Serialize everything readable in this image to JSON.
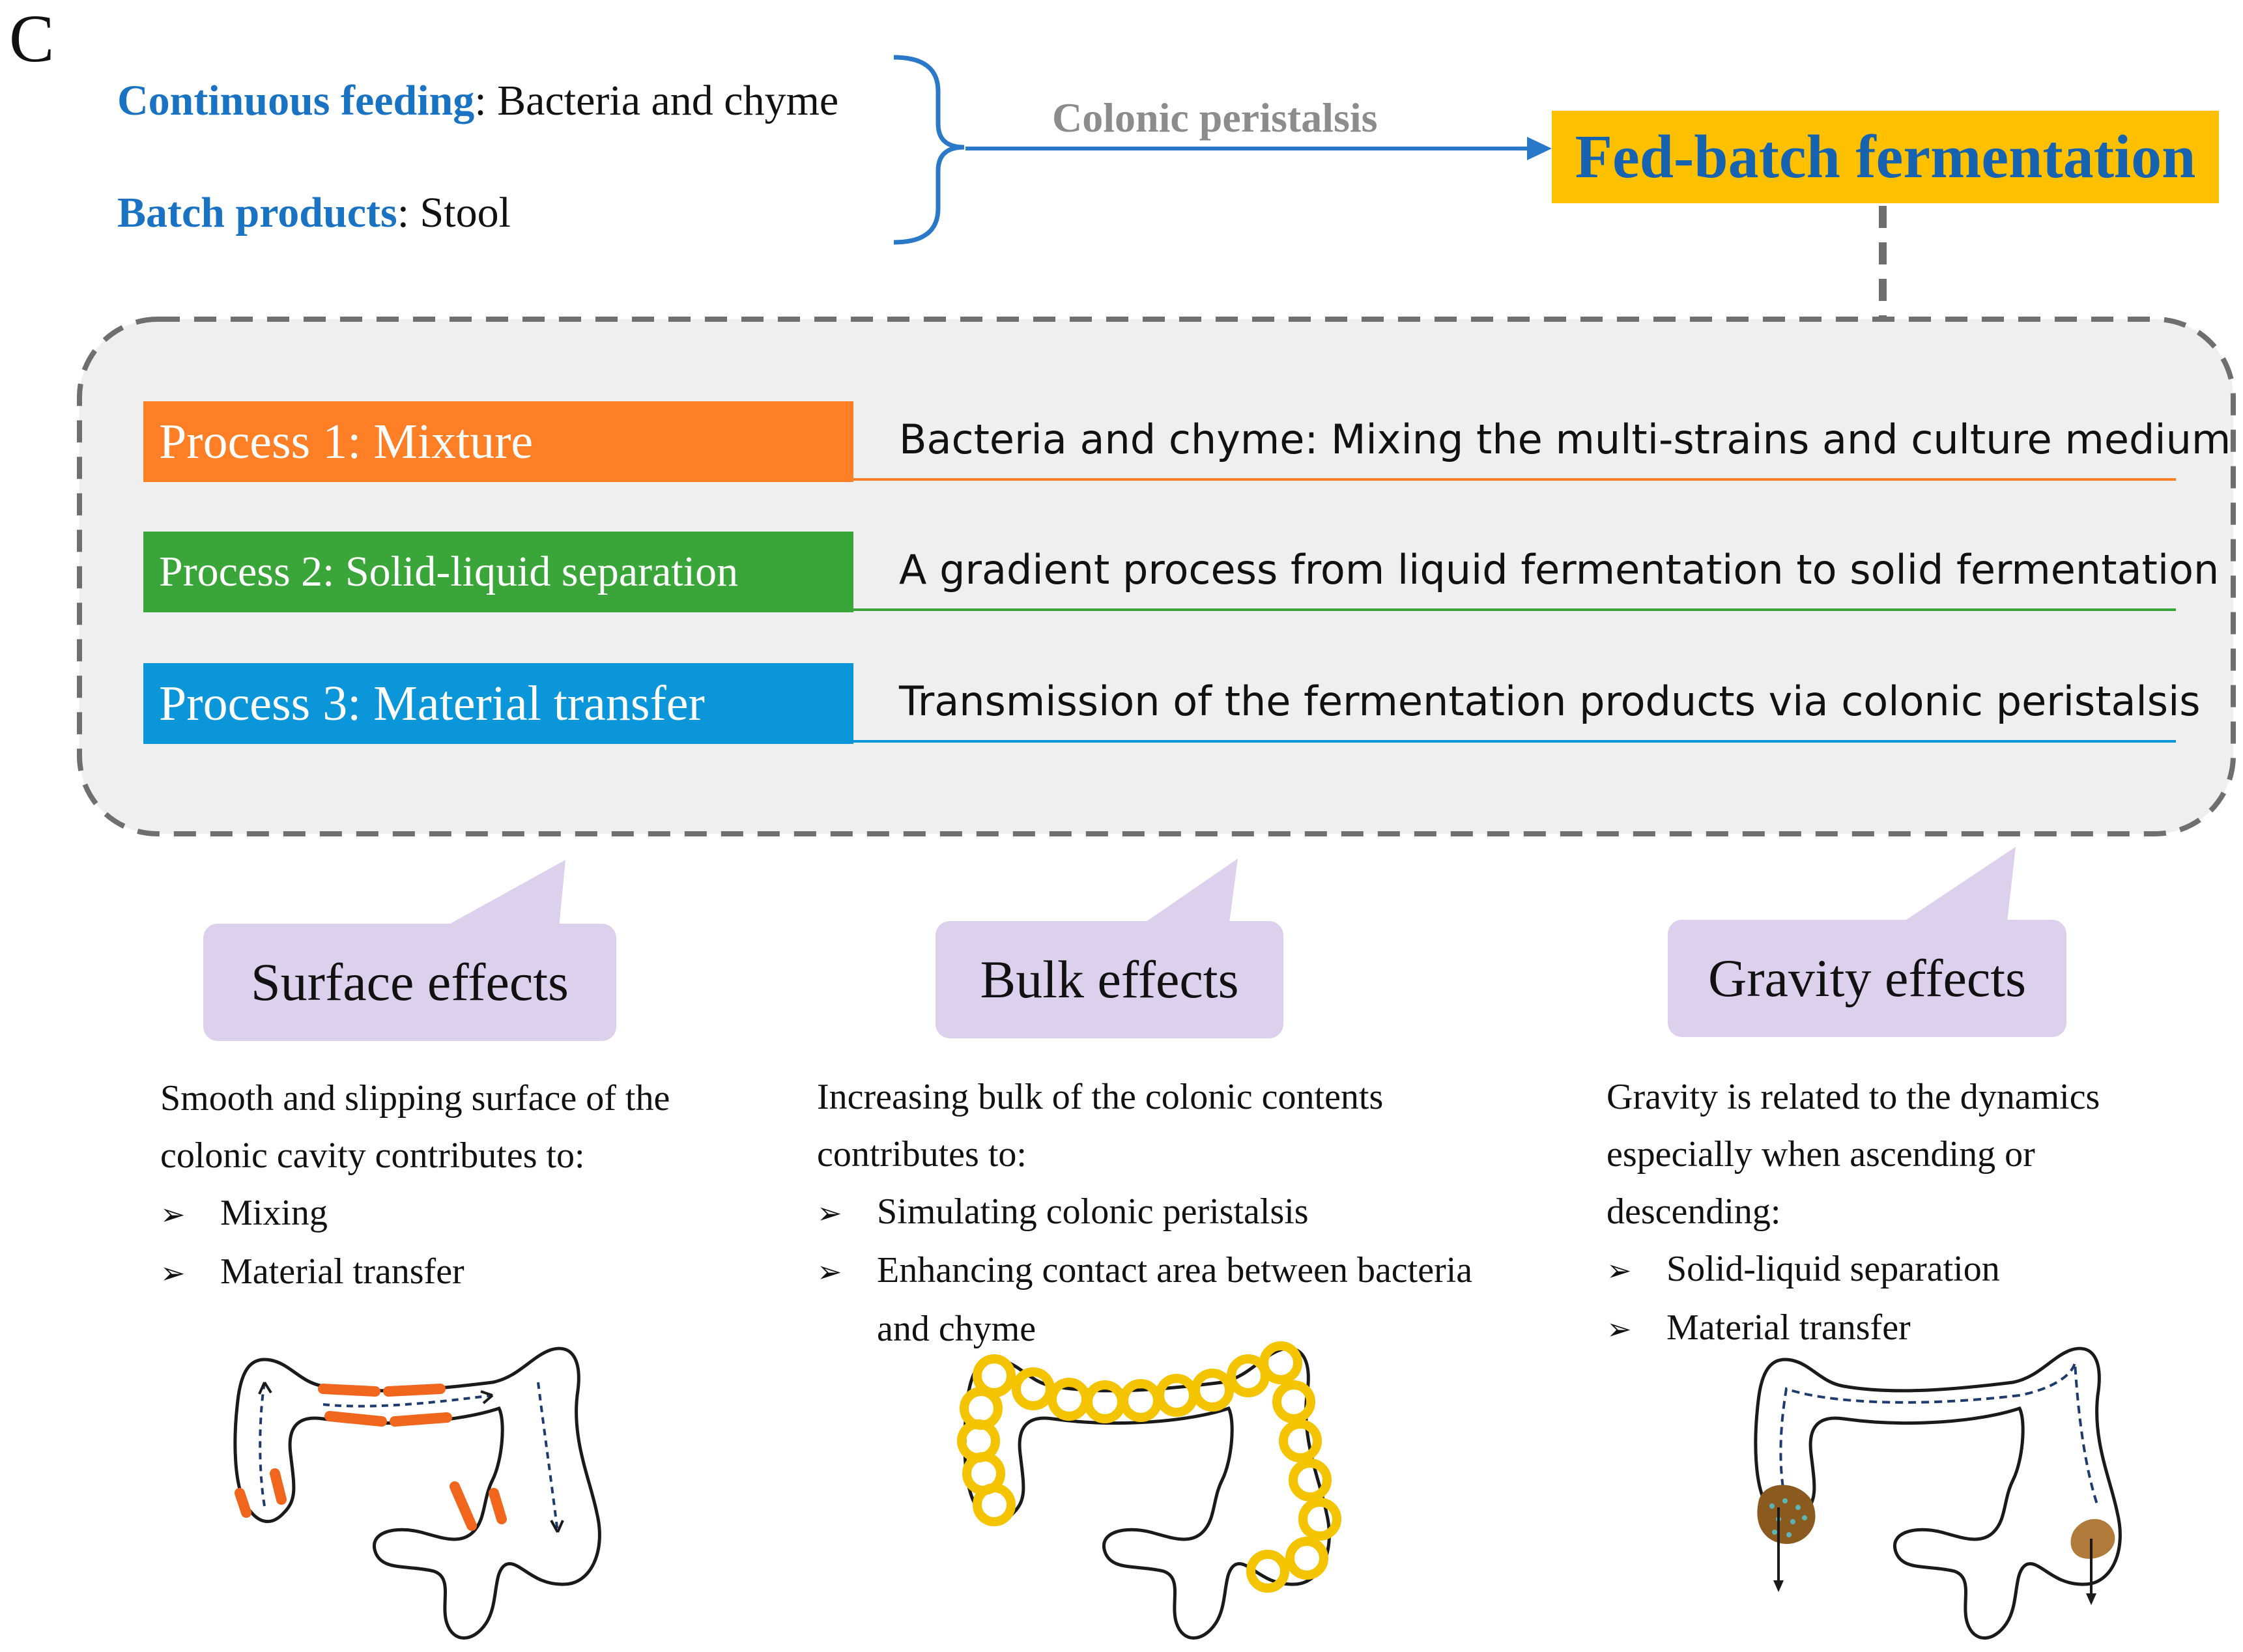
{
  "panel_letter": "C",
  "inputs": {
    "feeding_key": "Continuous feeding",
    "feeding_value": ": Bacteria and chyme",
    "products_key": "Batch products",
    "products_value": ": Stool"
  },
  "arrow_label": "Colonic peristalsis",
  "result_title": "Fed-batch fermentation",
  "processes": [
    {
      "name": "Process 1:  Mixture",
      "description": "Bacteria and chyme: Mixing the multi-strains and culture medium",
      "color": "#ff7f27"
    },
    {
      "name": "Process 2:  Solid-liquid separation",
      "description": "A gradient process from liquid fermentation to solid fermentation",
      "color": "#3aa63a"
    },
    {
      "name": "Process 3:  Material transfer",
      "description": "Transmission of the fermentation products  via colonic peristalsis",
      "color": "#0b96d9"
    }
  ],
  "effects": [
    {
      "title": "Surface effects",
      "intro": [
        "Smooth and slipping surface of the",
        "colonic cavity contributes to:"
      ],
      "bullets": [
        "Mixing",
        "Material transfer"
      ],
      "bullet_continuation": ""
    },
    {
      "title": "Bulk effects",
      "intro": [
        "Increasing bulk of the colonic contents",
        "contributes to:"
      ],
      "bullets": [
        "Simulating colonic peristalsis",
        "Enhancing contact area between bacteria"
      ],
      "bullet_continuation": "and chyme"
    },
    {
      "title": "Gravity effects",
      "intro": [
        "Gravity is related to the dynamics",
        "especially when ascending or",
        "descending:"
      ],
      "bullets": [
        "Solid-liquid separation",
        "Material transfer"
      ],
      "bullet_continuation": ""
    }
  ],
  "colors": {
    "input_key": "#1a73c2",
    "arrow": "#2a78c8",
    "result_box": "#ffc000",
    "result_text": "#1763b0",
    "panel_bg": "#efefef",
    "effect_callout": "#ddd0ec",
    "surface_marks": "#f0661c",
    "bulk_marks": "#f5c400",
    "gravity_marks": "#8a5a1e"
  },
  "bullet_glyph": "➢"
}
